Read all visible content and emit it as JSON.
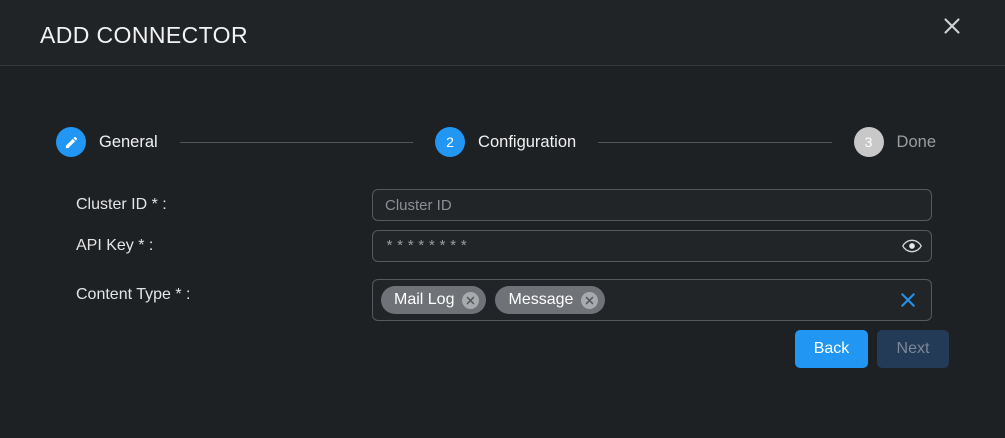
{
  "dialog": {
    "title": "ADD CONNECTOR",
    "close_icon": "close-icon"
  },
  "stepper": {
    "steps": [
      {
        "number": "1",
        "marker": "pencil-icon",
        "label": "General",
        "state": "done"
      },
      {
        "number": "2",
        "marker": "2",
        "label": "Configuration",
        "state": "active"
      },
      {
        "number": "3",
        "marker": "3",
        "label": "Done",
        "state": "pending"
      }
    ]
  },
  "form": {
    "fields": [
      {
        "label": "Cluster ID * :",
        "type": "text",
        "value": "",
        "placeholder": "Cluster ID"
      },
      {
        "label": "API Key * :",
        "type": "password",
        "masked_value": "********",
        "reveal_icon": "eye-icon"
      },
      {
        "label": "Content Type * :",
        "type": "chips",
        "chips": [
          {
            "label": "Mail Log",
            "remove_icon": "chip-remove-icon"
          },
          {
            "label": "Message",
            "remove_icon": "chip-remove-icon"
          }
        ],
        "clear_icon": "clear-all-icon"
      }
    ]
  },
  "actions": {
    "back_label": "Back",
    "next_label": "Next",
    "next_disabled": true
  },
  "colors": {
    "accent": "#2196f3",
    "background": "#1e2124",
    "header_background": "#212427",
    "field_background": "#212528",
    "field_border": "#55595d",
    "chip_background": "#6f7276",
    "pending_step": "#c8c8c8",
    "disabled_button": "#233b57",
    "disabled_button_text": "#7b8896"
  }
}
